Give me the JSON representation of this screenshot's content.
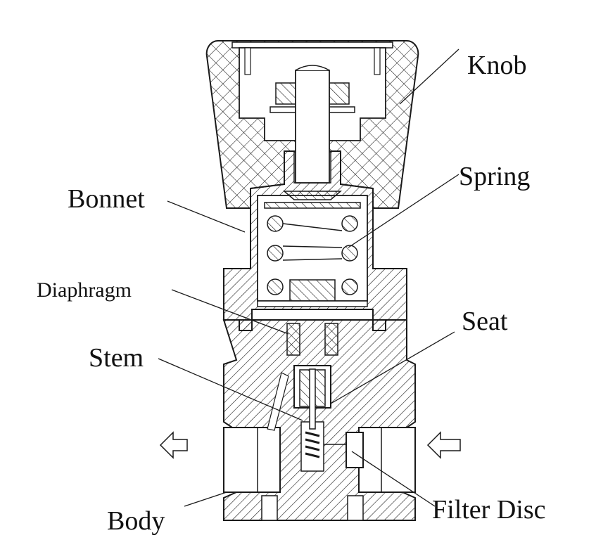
{
  "labels": {
    "knob": "Knob",
    "spring": "Spring",
    "bonnet": "Bonnet",
    "diaphragm": "Diaphragm",
    "seat": "Seat",
    "stem": "Stem",
    "body": "Body",
    "filter_disc": "Filter Disc"
  },
  "colors": {
    "line": "#1a1a1a",
    "background": "#ffffff"
  }
}
